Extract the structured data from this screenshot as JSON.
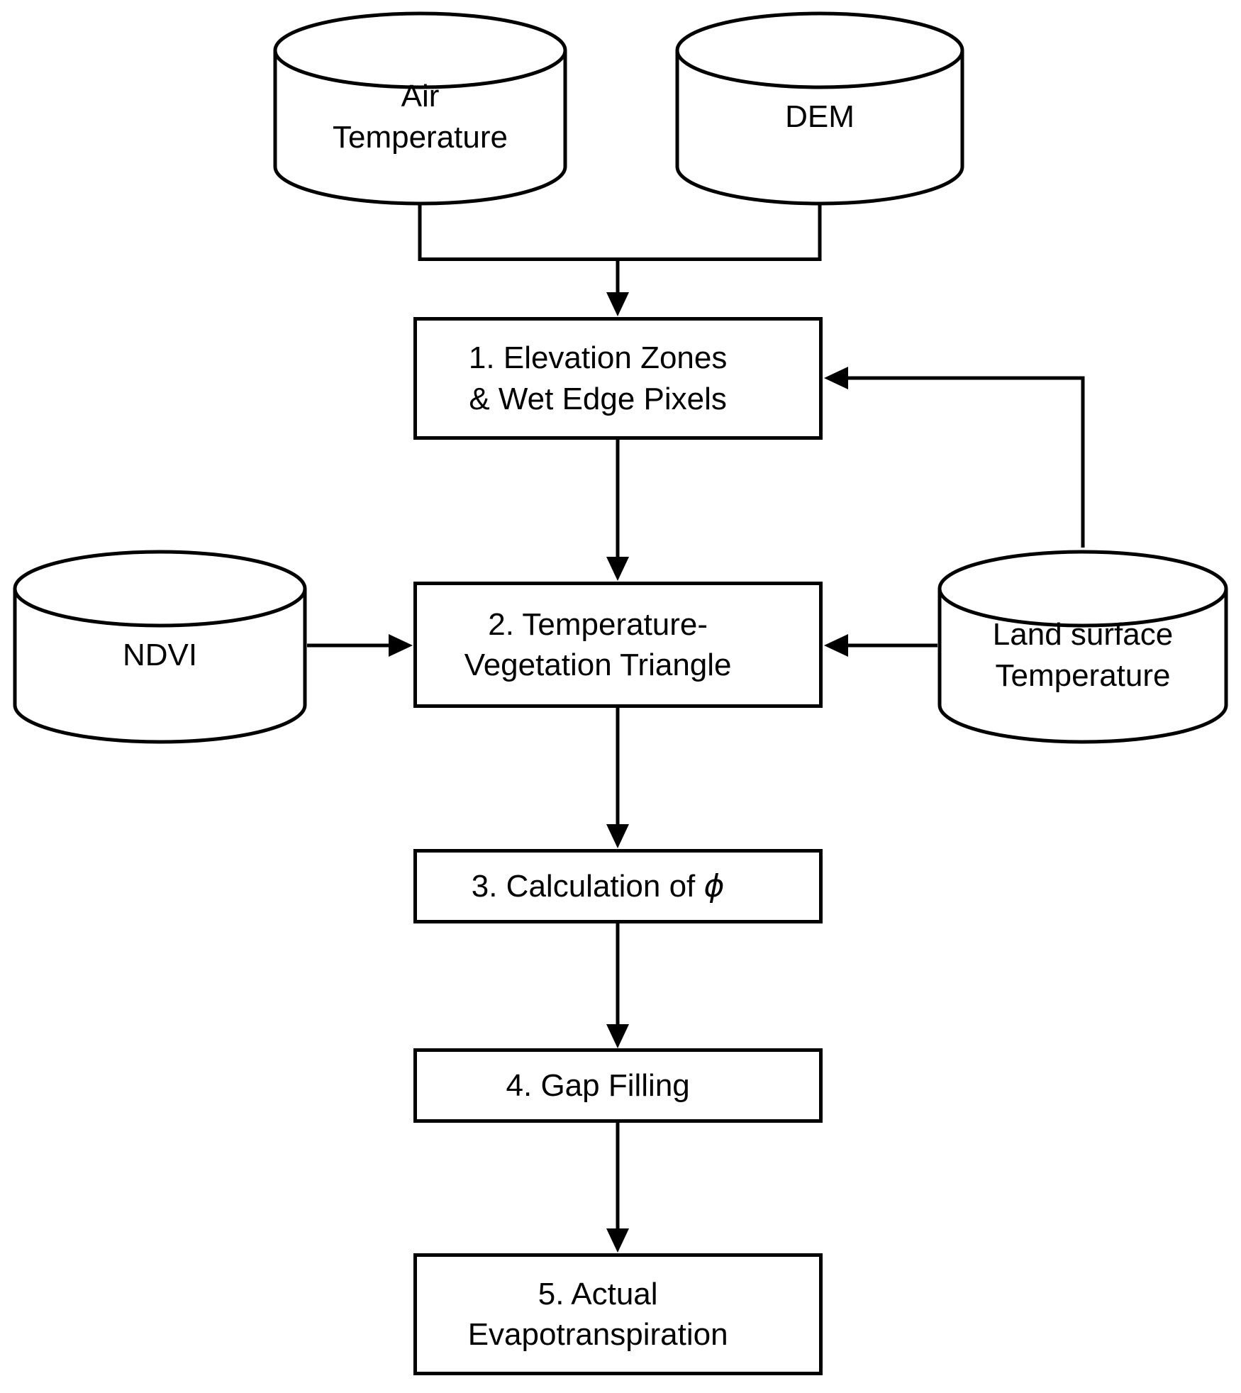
{
  "figure": {
    "type": "flowchart",
    "background_color": "#ffffff",
    "stroke_color": "#000000"
  },
  "datastores": [
    {
      "id": "air-temperature",
      "shape": "cylinder",
      "label_lines": [
        "Air",
        "Temperature"
      ]
    },
    {
      "id": "dem",
      "shape": "cylinder",
      "label_lines": [
        "DEM"
      ]
    },
    {
      "id": "ndvi",
      "shape": "cylinder",
      "label_lines": [
        "NDVI"
      ]
    },
    {
      "id": "land-surface-temperature",
      "shape": "cylinder",
      "label_lines": [
        "Land surface",
        "Temperature"
      ]
    }
  ],
  "process_steps": [
    {
      "id": "step-1",
      "shape": "rectangle",
      "label_lines": [
        "1. Elevation Zones",
        "& Wet Edge Pixels"
      ]
    },
    {
      "id": "step-2",
      "shape": "rectangle",
      "label_lines": [
        "2. Temperature-",
        "Vegetation Triangle"
      ]
    },
    {
      "id": "step-3",
      "shape": "rectangle",
      "label_prefix": "3. Calculation of ",
      "symbol": "ϕ"
    },
    {
      "id": "step-4",
      "shape": "rectangle",
      "label_lines": [
        "4. Gap Filling"
      ]
    },
    {
      "id": "step-5",
      "shape": "rectangle",
      "label_lines": [
        "5. Actual",
        "Evapotranspiration"
      ]
    }
  ],
  "connections": [
    {
      "from": "air-temperature",
      "to": "step-1"
    },
    {
      "from": "dem",
      "to": "step-1"
    },
    {
      "from": "land-surface-temperature",
      "to": "step-1"
    },
    {
      "from": "step-1",
      "to": "step-2"
    },
    {
      "from": "ndvi",
      "to": "step-2"
    },
    {
      "from": "land-surface-temperature",
      "to": "step-2"
    },
    {
      "from": "step-2",
      "to": "step-3"
    },
    {
      "from": "step-3",
      "to": "step-4"
    },
    {
      "from": "step-4",
      "to": "step-5"
    }
  ]
}
